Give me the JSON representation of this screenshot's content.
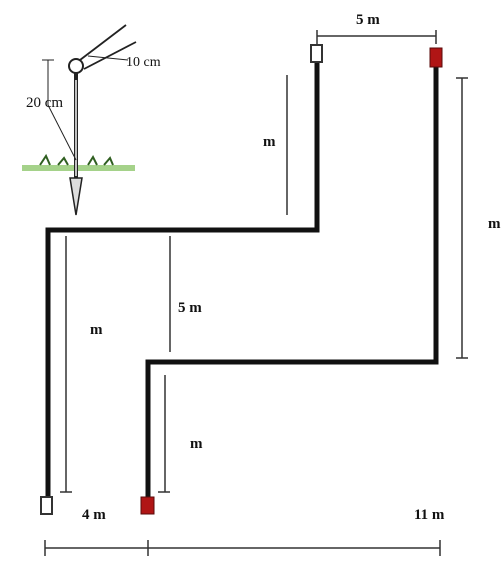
{
  "labels": {
    "top_width": "5 m",
    "stake_offset": "10 cm",
    "stake_depth": "20 cm",
    "upper_left_height": "m",
    "right_height": "m",
    "mid_step": "5 m",
    "left_drop": "m",
    "lower_drop": "m",
    "bottom_left": "4 m",
    "bottom_right": "11 m"
  },
  "colors": {
    "pipe": "#111111",
    "dimension": "#333333",
    "emitter_outline": "#333333",
    "emitter_red": "#b01515",
    "ground": "#7fbf5a"
  }
}
